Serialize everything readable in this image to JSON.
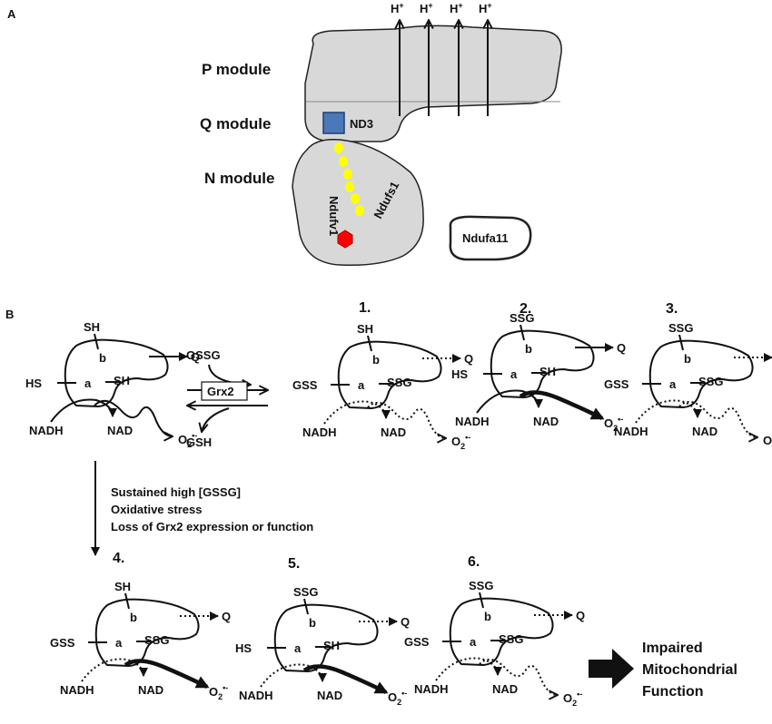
{
  "panel_a": {
    "label": "A",
    "modules": {
      "p": "P module",
      "q": "Q module",
      "n": "N module"
    },
    "proton": "H",
    "proton_sup": "+",
    "proton_count": 4,
    "subunits": {
      "nd3": "ND3",
      "ndufv1": "Ndufv1",
      "ndufs1": "Ndufs1",
      "ndufa11": "Ndufa11"
    },
    "colors": {
      "module_fill": "#d8d8d8",
      "nd3": "#4a78b8",
      "fes": "#ffff00",
      "fmn": "#ff0000"
    }
  },
  "panel_b": {
    "label": "B",
    "grx": "Grx2",
    "gssg": "GSSG",
    "gsh": "GSH",
    "conditions": [
      "Sustained high [GSSG]",
      "Oxidative stress",
      "Loss of Grx2 expression or function"
    ],
    "outcome": [
      "Impaired",
      "Mitochondrial",
      "Function"
    ],
    "labels": {
      "nadh": "NADH",
      "nad": "NAD",
      "q": "Q",
      "o2": "O",
      "o2_sub": "2",
      "o2_sup": "•-",
      "site_a": "a",
      "site_b": "b"
    },
    "states": [
      {
        "num": "",
        "top": "SH",
        "left": "HS",
        "mid": "SH"
      },
      {
        "num": "1.",
        "top": "SH",
        "left": "GSS",
        "mid": "SSG"
      },
      {
        "num": "2.",
        "top": "SSG",
        "left": "HS",
        "mid": "SH"
      },
      {
        "num": "3.",
        "top": "SSG",
        "left": "GSS",
        "mid": "SSG"
      },
      {
        "num": "4.",
        "top": "SH",
        "left": "GSS",
        "mid": "SSG"
      },
      {
        "num": "5.",
        "top": "SSG",
        "left": "HS",
        "mid": "SH"
      },
      {
        "num": "6.",
        "top": "SSG",
        "left": "GSS",
        "mid": "SSG"
      }
    ]
  }
}
